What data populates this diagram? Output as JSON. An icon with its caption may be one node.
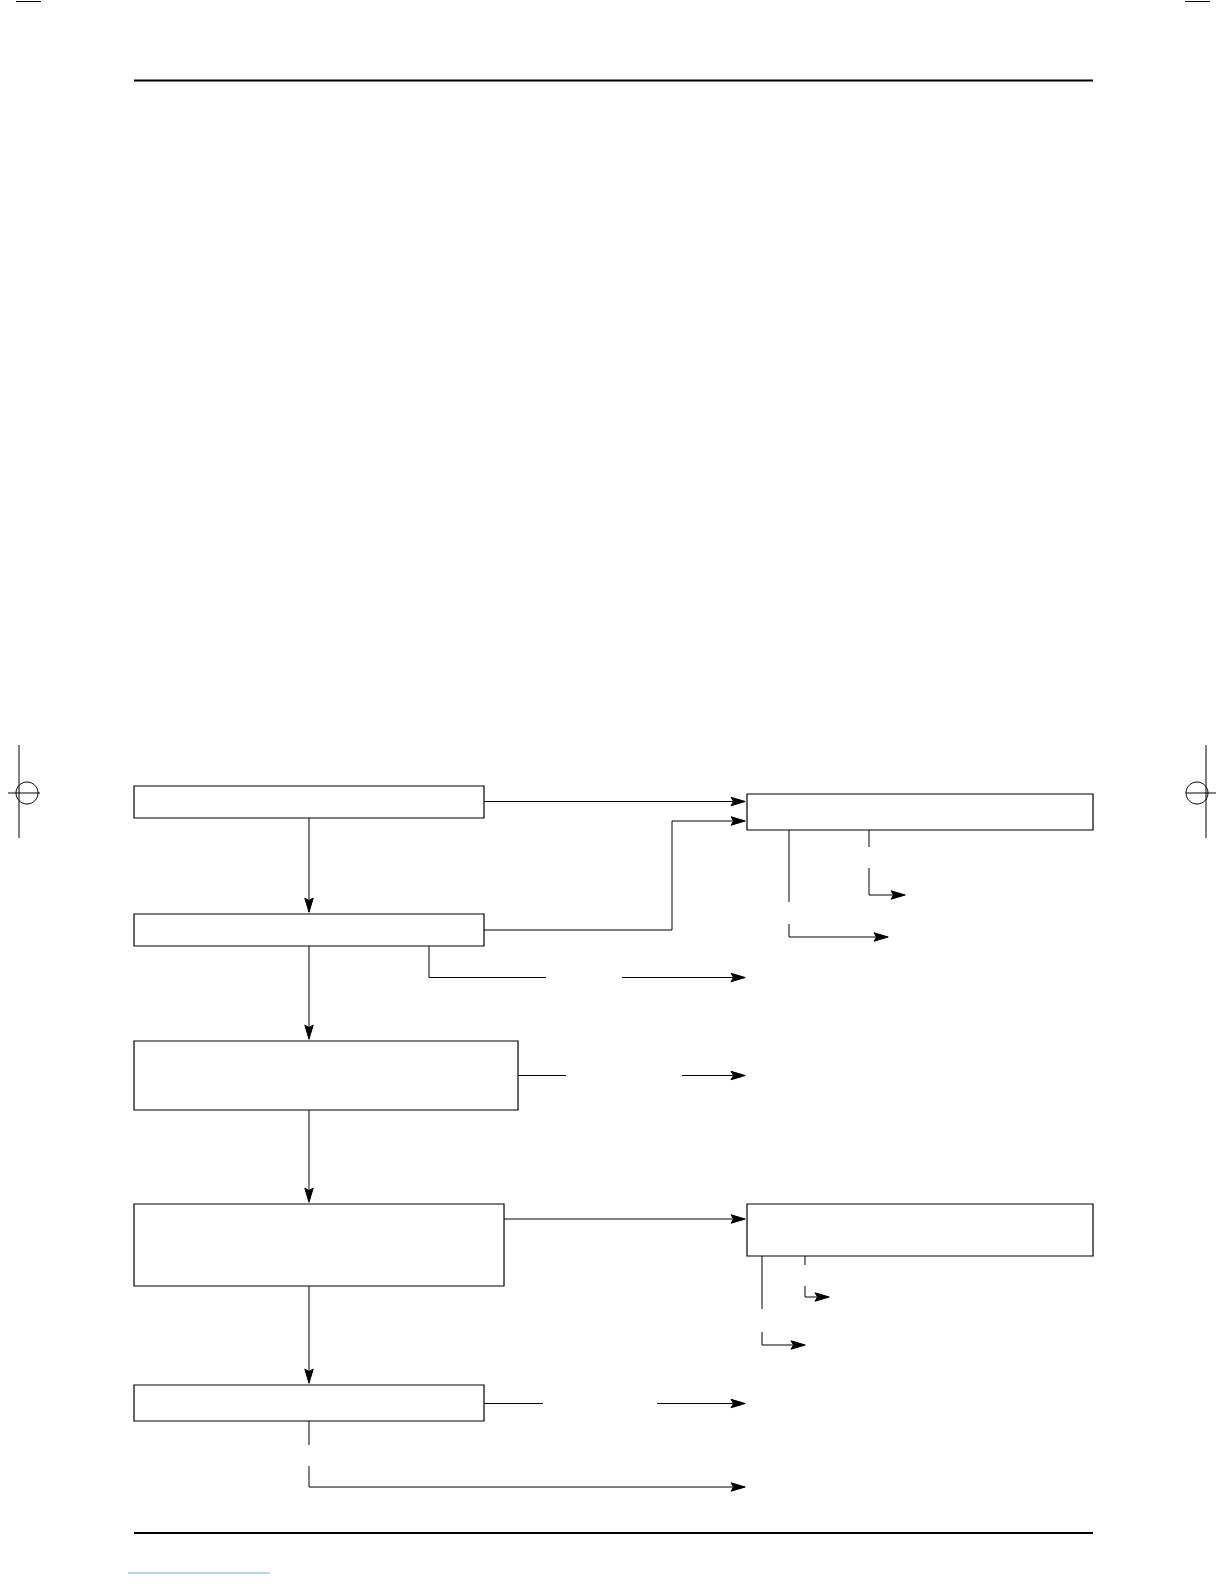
{
  "diagram": {
    "nodes": [
      {
        "text": [],
        "shape": "box"
      },
      {
        "text": [],
        "shape": "box"
      },
      {
        "text": [],
        "shape": "box"
      },
      {
        "text": [],
        "shape": "box"
      },
      {
        "text": [],
        "shape": "box"
      },
      {
        "text": [],
        "shape": "box"
      },
      {
        "text": [],
        "shape": "box"
      }
    ],
    "edges": [
      {
        "from": 0,
        "to": 2,
        "arrow": "to"
      },
      {
        "from": 0,
        "to": 1,
        "arrow": "to"
      },
      {
        "from": 1,
        "to": 2,
        "arrow": "to"
      },
      {
        "from": 1,
        "to": null,
        "arrow": "to"
      },
      {
        "from": 2,
        "to": null,
        "arrow": "to"
      },
      {
        "from": 2,
        "to": null,
        "arrow": "to"
      },
      {
        "from": 1,
        "to": 3,
        "arrow": "to"
      },
      {
        "from": 3,
        "to": null,
        "arrow": "to"
      },
      {
        "from": 3,
        "to": 4,
        "arrow": "to"
      },
      {
        "from": 4,
        "to": 5,
        "arrow": "to"
      },
      {
        "from": 5,
        "to": null,
        "arrow": "to"
      },
      {
        "from": 5,
        "to": null,
        "arrow": "to"
      },
      {
        "from": 4,
        "to": 6,
        "arrow": "to"
      },
      {
        "from": 6,
        "to": null,
        "arrow": "to"
      },
      {
        "from": 6,
        "to": null,
        "arrow": "to"
      }
    ]
  }
}
